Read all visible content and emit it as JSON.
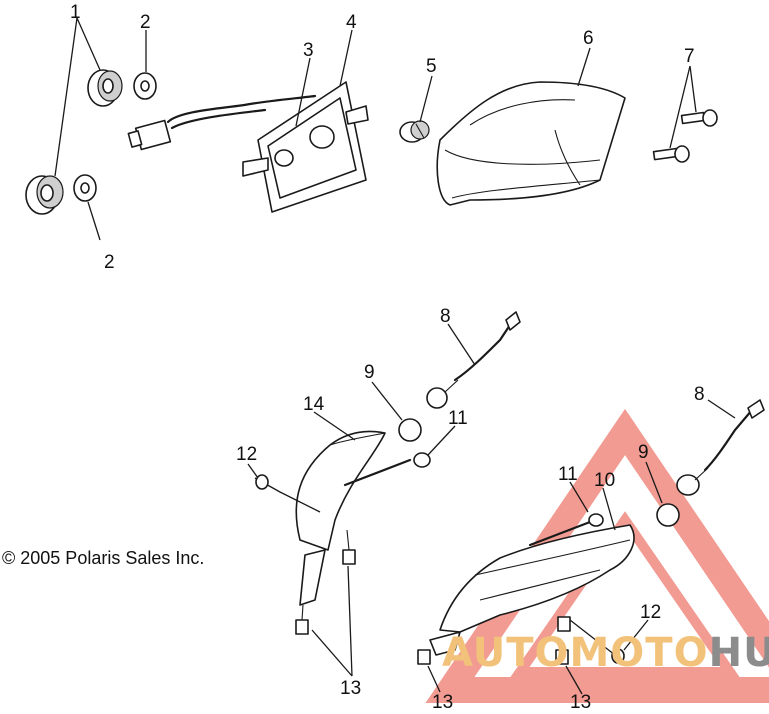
{
  "copyright": "© 2005 Polaris Sales Inc.",
  "callouts": {
    "c1": "1",
    "c2a": "2",
    "c2b": "2",
    "c3": "3",
    "c4": "4",
    "c5": "5",
    "c6": "6",
    "c7": "7",
    "c8a": "8",
    "c8b": "8",
    "c9a": "9",
    "c9b": "9",
    "c10": "10",
    "c11a": "11",
    "c11b": "11",
    "c12a": "12",
    "c12b": "12",
    "c13a": "13",
    "c13b": "13",
    "c13c": "13",
    "c14": "14"
  },
  "watermark": {
    "part1": "AUTOMOTO",
    "part2": "HUB",
    "color_primary": "#f08a80",
    "color_secondary": "#f3c27a",
    "color_hub": "#8c8c8c"
  }
}
